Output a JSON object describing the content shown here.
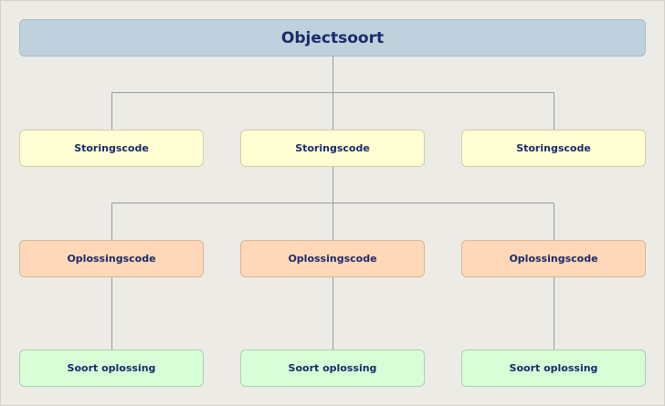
{
  "diagram": {
    "root": {
      "label": "Objectsoort"
    },
    "storingscodes": [
      {
        "label": "Storingscode"
      },
      {
        "label": "Storingscode"
      },
      {
        "label": "Storingscode"
      }
    ],
    "oplossingscodes": [
      {
        "label": "Oplossingscode"
      },
      {
        "label": "Oplossingscode"
      },
      {
        "label": "Oplossingscode"
      }
    ],
    "soort_oplossingen": [
      {
        "label": "Soort oplossing"
      },
      {
        "label": "Soort oplossing"
      },
      {
        "label": "Soort oplossing"
      }
    ],
    "colors": {
      "root_fill": "#bed1dc",
      "storingscode_fill": "#ffffd3",
      "oplossingscode_fill": "#fed8b8",
      "soort_oplossing_fill": "#d8fed8",
      "text": "#1a2a6b",
      "connector": "#9a9a9a",
      "background": "#ecebe6"
    }
  }
}
